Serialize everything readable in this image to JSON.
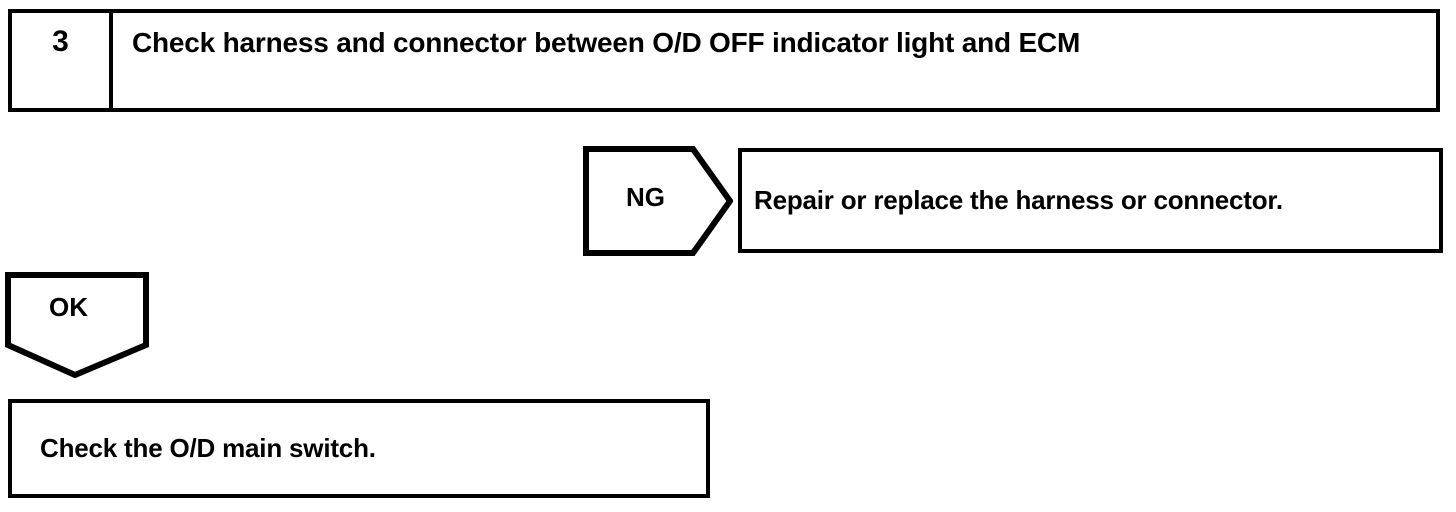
{
  "diagram": {
    "type": "troubleshooting-flowchart",
    "step": {
      "number": "3",
      "instruction": "Check harness and connector between O/D OFF indicator light and ECM"
    },
    "branches": [
      {
        "id": "ng",
        "label": "NG",
        "icon": "arrow-right-pentagon",
        "result": "Repair or replace the harness or connector."
      },
      {
        "id": "ok",
        "label": "OK",
        "icon": "arrow-down-pentagon",
        "result": "Check the O/D main switch."
      }
    ],
    "colors": {
      "ink": "#000000",
      "paper": "#ffffff"
    }
  }
}
